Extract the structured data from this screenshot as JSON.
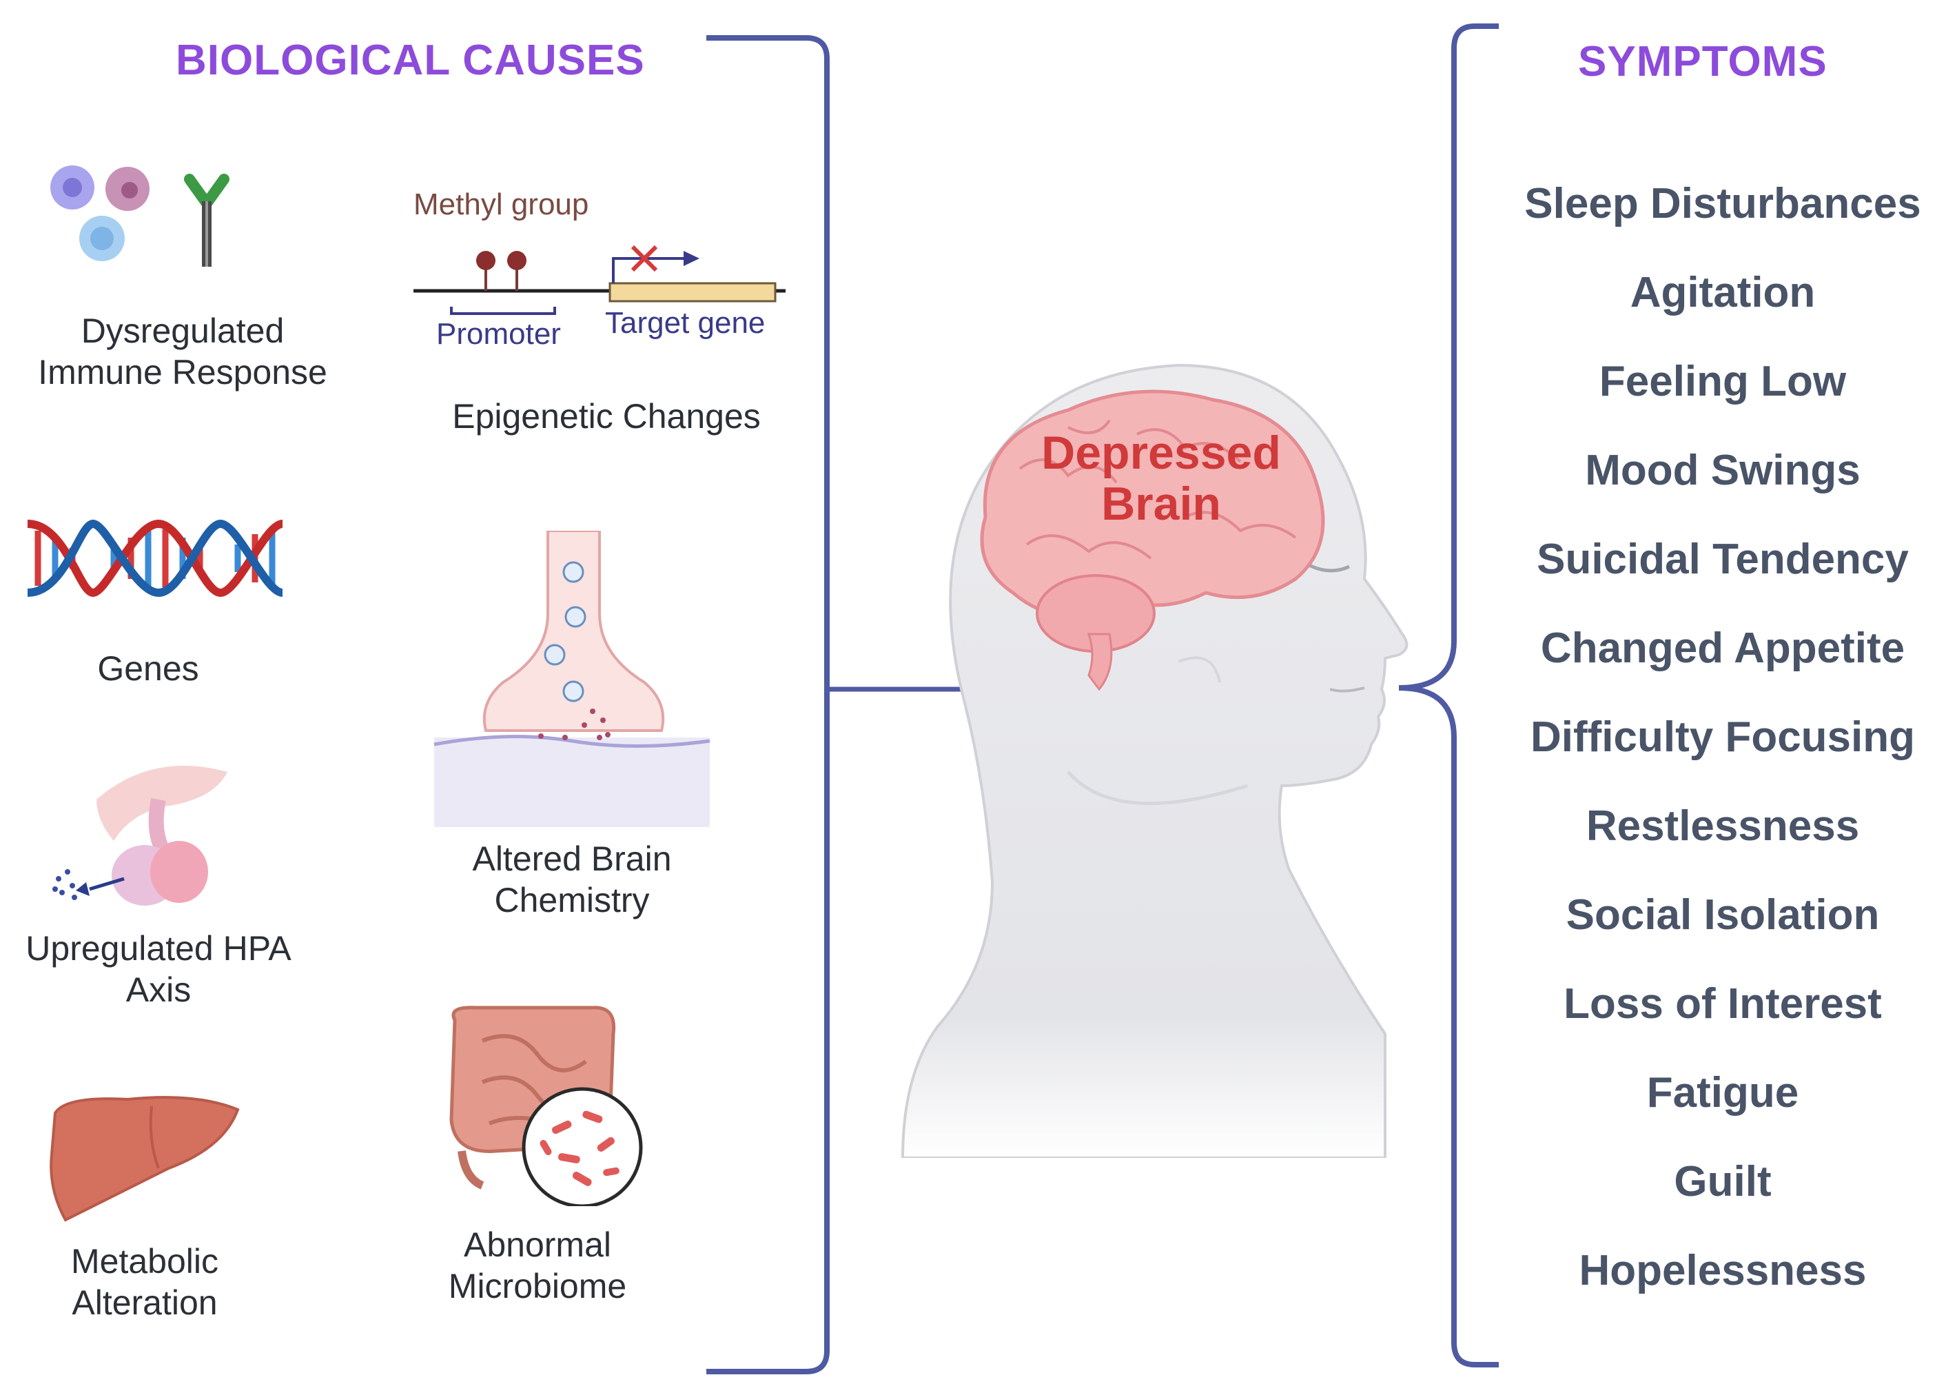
{
  "causes": {
    "heading": "BIOLOGICAL CAUSES",
    "immune": {
      "label_line1": "Dysregulated",
      "label_line2": "Immune Response"
    },
    "epigenetic": {
      "label": "Epigenetic Changes",
      "methyl": "Methyl group",
      "promoter": "Promoter",
      "target": "Target gene"
    },
    "genes": {
      "label": "Genes"
    },
    "brain_chemistry": {
      "label_line1": "Altered Brain",
      "label_line2": "Chemistry"
    },
    "hpa": {
      "label_line1": "Upregulated HPA",
      "label_line2": "Axis"
    },
    "metabolic": {
      "label_line1": "Metabolic",
      "label_line2": "Alteration"
    },
    "microbiome": {
      "label_line1": "Abnormal",
      "label_line2": "Microbiome"
    }
  },
  "center": {
    "line1": "Depressed",
    "line2": "Brain"
  },
  "symptoms": {
    "heading": "SYMPTOMS",
    "items": [
      "Sleep Disturbances",
      "Agitation",
      "Feeling Low",
      "Mood Swings",
      "Suicidal Tendency",
      "Changed Appetite",
      "Difficulty Focusing",
      "Restlessness",
      "Social Isolation",
      "Loss of Interest",
      "Fatigue",
      "Guilt",
      "Hopelessness"
    ]
  },
  "colors": {
    "heading": "#8d4bdb",
    "bracket": "#4f5aa3",
    "brain_text": "#d03a3a",
    "symptom_text": "#4a5468"
  }
}
